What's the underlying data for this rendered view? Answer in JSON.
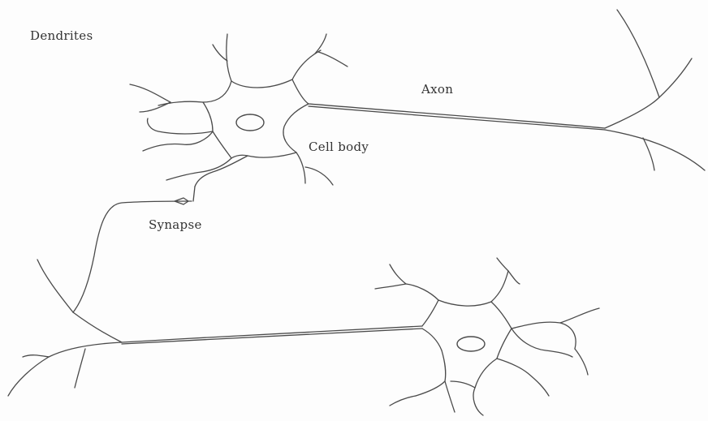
{
  "labels": {
    "dendrites": "Dendrites",
    "axon": "Axon",
    "cell_body": "Cell body",
    "synapse": "Synapse"
  },
  "colors": {
    "line": "#4a4a4a",
    "text": "#333333",
    "background": "#fdfdfd"
  }
}
